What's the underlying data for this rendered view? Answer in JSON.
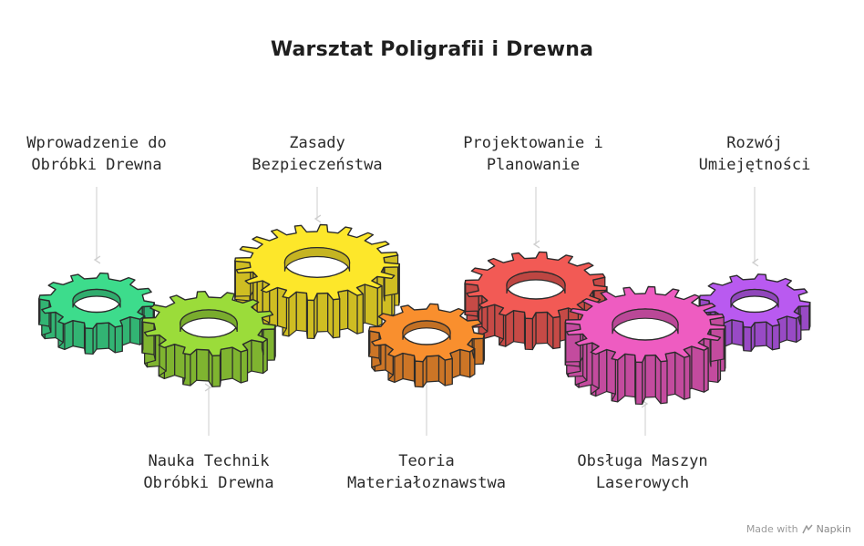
{
  "title": "Warsztat Poligrafii i Drewna",
  "labels": {
    "intro": {
      "line1": "Wprowadzenie do",
      "line2": "Obróbki Drewna"
    },
    "safety": {
      "line1": "Zasady",
      "line2": "Bezpieczeństwa"
    },
    "design": {
      "line1": "Projektowanie i",
      "line2": "Planowanie"
    },
    "skills": {
      "line1": "Rozwój",
      "line2": "Umiejętności"
    },
    "techniques": {
      "line1": "Nauka Technik",
      "line2": "Obróbki Drewna"
    },
    "materials": {
      "line1": "Teoria",
      "line2": "Materiałoznawstwa"
    },
    "laser": {
      "line1": "Obsługa Maszyn",
      "line2": "Laserowych"
    }
  },
  "gear_colors": {
    "intro": "#3ddc8c",
    "techniques": "#9bdc3a",
    "safety": "#fde72a",
    "materials": "#f98f2e",
    "design": "#f25a55",
    "laser": "#ee5cc1",
    "skills": "#b95af0"
  },
  "footer": {
    "made_with": "Made with",
    "brand": "Napkin"
  }
}
